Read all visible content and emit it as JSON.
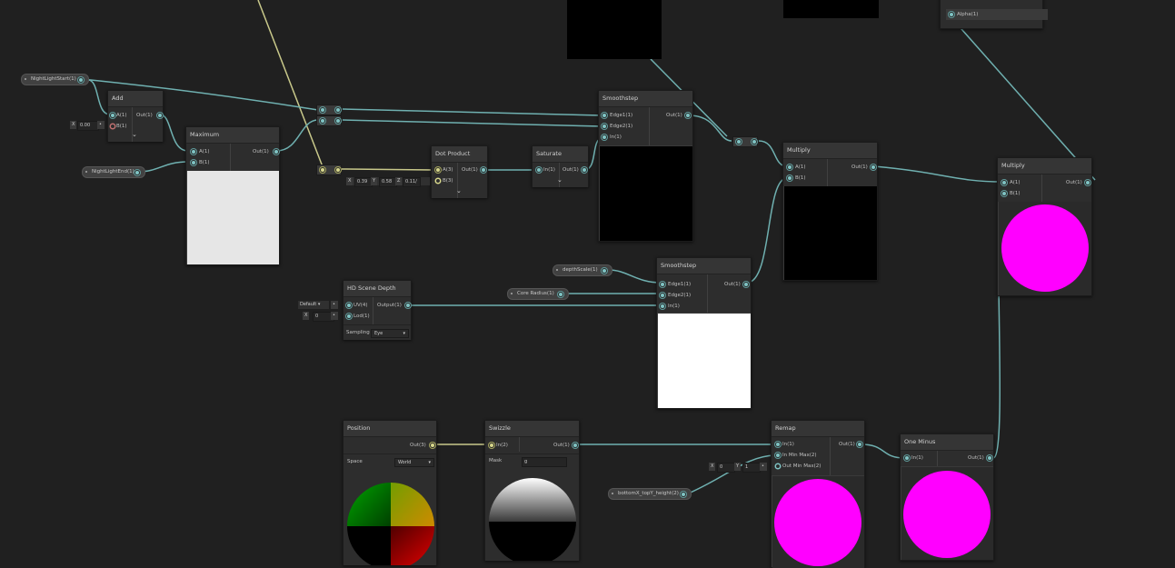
{
  "nodes": {
    "add": {
      "title": "Add",
      "in_a": "A(1)",
      "in_b": "B(1)",
      "out": "Out(1)",
      "x_label": "X",
      "x_value": "0.00",
      "collapse": "⌄"
    },
    "maximum": {
      "title": "Maximum",
      "in_a": "A(1)",
      "in_b": "B(1)",
      "out": "Out(1)"
    },
    "dot_product": {
      "title": "Dot Product",
      "in_a": "A(3)",
      "in_b": "B(3)",
      "out": "Out(1)",
      "x_label": "X",
      "x_value": "0.39",
      "y_label": "Y",
      "y_value": "0.58",
      "z_label": "Z",
      "z_value": "0.11/",
      "collapse": "⌄"
    },
    "saturate": {
      "title": "Saturate",
      "in": "In(1)",
      "out": "Out(1)",
      "collapse": "⌄"
    },
    "smoothstep1": {
      "title": "Smoothstep",
      "edge1": "Edge1(1)",
      "edge2": "Edge2(1)",
      "in": "In(1)",
      "out": "Out(1)"
    },
    "smoothstep2": {
      "title": "Smoothstep",
      "edge1": "Edge1(1)",
      "edge2": "Edge2(1)",
      "in": "In(1)",
      "out": "Out(1)"
    },
    "multiply1": {
      "title": "Multiply",
      "in_a": "A(1)",
      "in_b": "B(1)",
      "out": "Out(1)"
    },
    "multiply2": {
      "title": "Multiply",
      "in_a": "A(1)",
      "in_b": "B(1)",
      "out": "Out(1)"
    },
    "hd_scene_depth": {
      "title": "HD Scene Depth",
      "uv": "UV(4)",
      "lod": "Lod(1)",
      "out": "Output(1)",
      "uv_default": "Default ▾",
      "lod_x_label": "X",
      "lod_value": "0",
      "sampling_label": "Sampling",
      "sampling_value": "Eye"
    },
    "position": {
      "title": "Position",
      "out": "Out(3)",
      "space_label": "Space",
      "space_value": "World"
    },
    "swizzle": {
      "title": "Swizzle",
      "in": "In(2)",
      "out": "Out(1)",
      "mask_label": "Mask",
      "mask_value": "g"
    },
    "remap": {
      "title": "Remap",
      "in": "In(1)",
      "in_min_max": "In Min Max(2)",
      "out_min_max": "Out Min Max(2)",
      "out": "Out(1)",
      "x_label": "X",
      "x_value": "0",
      "y_label": "Y",
      "y_value": "1"
    },
    "one_minus": {
      "title": "One Minus",
      "in": "In(1)",
      "out": "Out(1)"
    },
    "top_right": {
      "alpha": "Alpha(1)"
    }
  },
  "properties": {
    "night_light_start": "NightLightStart(1)",
    "night_light_end": "NightLightEnd(1)",
    "depth_scale": "depthScale(1)",
    "core_radius": "Core Radius(1)",
    "bottom_height": "bottomX_topY_height(2)"
  },
  "colors": {
    "background": "#202020",
    "wire_float": "#6fb0b0",
    "wire_vector3": "#c8c88a",
    "preview_magenta": "#ff00ff"
  }
}
